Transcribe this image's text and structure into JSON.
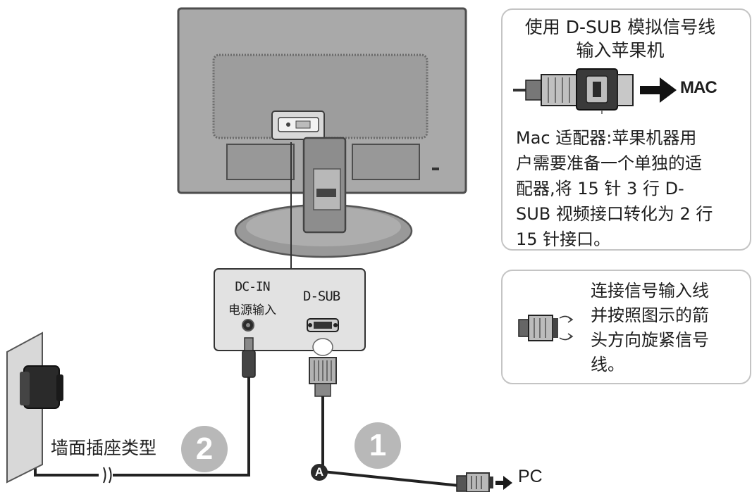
{
  "mac_box": {
    "title": "使用 D-SUB 模拟信号线\n输入苹果机",
    "mac_label": "MAC",
    "description": "Mac 适配器:苹果机器用\n户需要准备一个单独的适\n配器,将  15 针 3 行 D-\nSUB 视频接口转化为 2 行\n15 针接口。"
  },
  "tighten_box": {
    "text": "连接信号输入线\n并按照图示的箭\n头方向旋紧信号\n线。"
  },
  "ports": {
    "dc_in": "DC-IN",
    "dc_in_cn": "电源输入",
    "d_sub": "D-SUB"
  },
  "labels": {
    "wall_socket": "墙面插座类型",
    "pc": "PC",
    "step_2": "2",
    "step_1": "1",
    "marker_a": "A"
  },
  "colors": {
    "monitor_body": "#a9a9a9",
    "monitor_outline": "#5a5a5a",
    "panel_border": "#c4c4c4",
    "step_circle": "#b8b8b8",
    "ink": "#1e1e1e"
  }
}
